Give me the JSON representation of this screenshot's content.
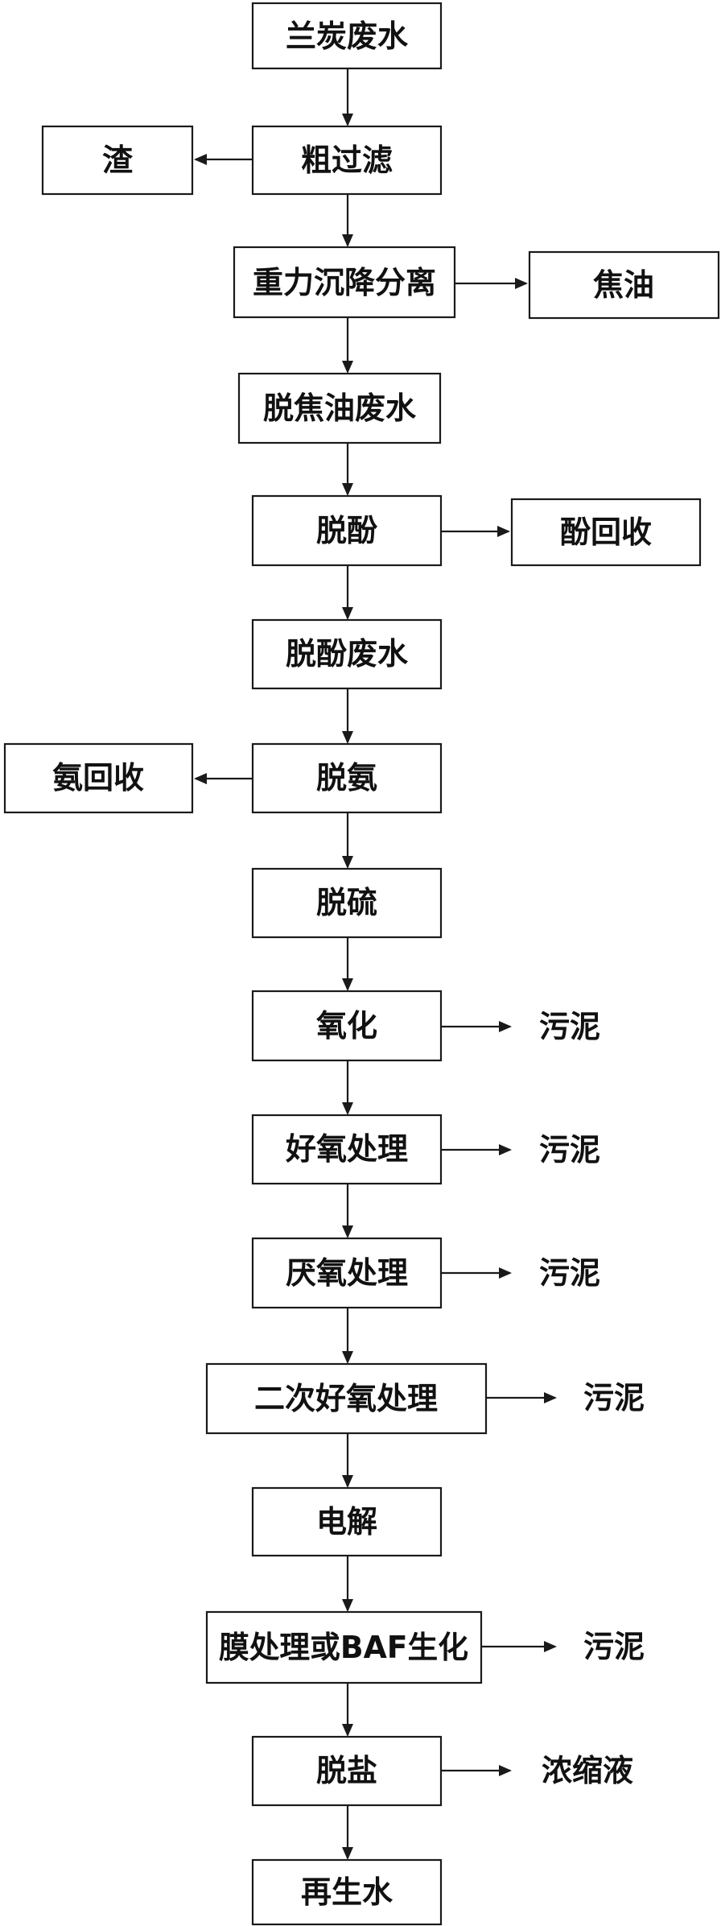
{
  "steps": [
    "兰炭废水",
    "粗过滤",
    "重力沉降分离",
    "脱焦油废水",
    "脱酚",
    "脱酚废水",
    "脱氨",
    "脱硫",
    "氧化",
    "好氧处理",
    "厌氧处理",
    "二次好氧处理",
    "电解",
    "膜处理或BAF生化",
    "脱盐",
    "再生水"
  ],
  "side_boxes": {
    "slag": "渣",
    "tar": "焦油",
    "phenol_recovery": "酚回收",
    "ammonia_recovery": "氨回收"
  },
  "outputs": {
    "sludge": "污泥",
    "concentrate": "浓缩液"
  }
}
